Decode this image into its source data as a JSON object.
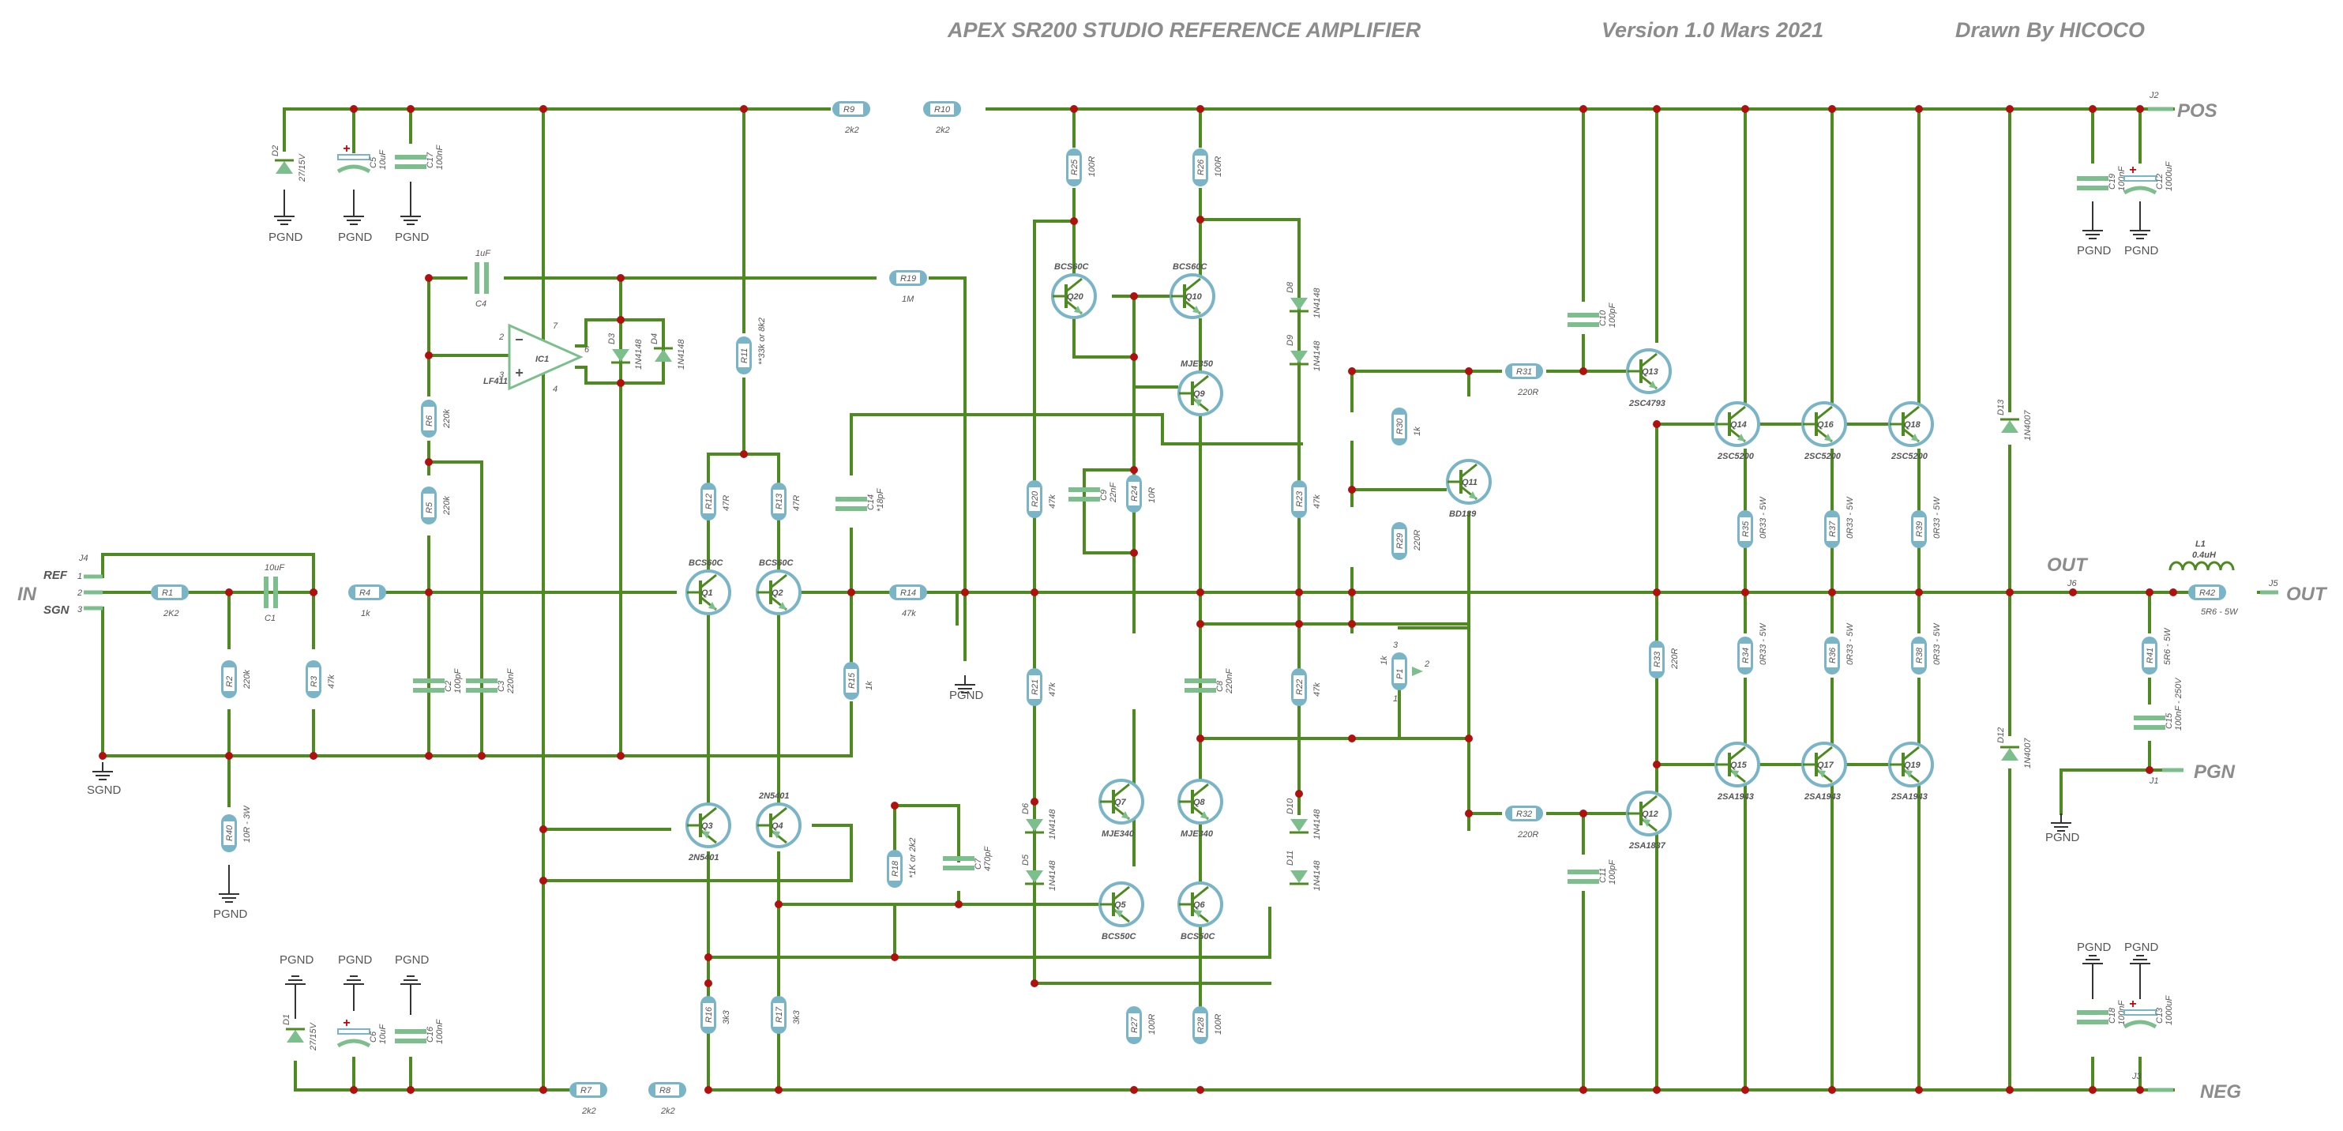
{
  "header": {
    "title": "APEX SR200 STUDIO REFERENCE AMPLIFIER",
    "version": "Version 1.0 Mars 2021",
    "author": "Drawn By HICOCO"
  },
  "ports": {
    "pos": "POS",
    "neg": "NEG",
    "out_mid": "OUT",
    "out_right": "OUT",
    "in": "IN",
    "ref": "REF",
    "sgn": "SGN",
    "pgn": "PGN",
    "j1": "J1",
    "j2": "J2",
    "j3": "J3",
    "j4": "J4",
    "j5": "J5",
    "j6": "J6",
    "pin1": "1",
    "pin2": "2",
    "pin3": "3"
  },
  "grounds": {
    "pgnd": "PGND",
    "sgnd": "SGND"
  },
  "colors": {
    "wire": "#4d8a1f",
    "component": "#7cbf8c",
    "pin": "#79b4c7",
    "junction": "#b01010",
    "text": "#8c8c8c"
  },
  "components": {
    "D2": {
      "ref": "D2",
      "value": "27/15V"
    },
    "C5": {
      "ref": "C5",
      "value": "10uF"
    },
    "C17": {
      "ref": "C17",
      "value": "100nF"
    },
    "D1": {
      "ref": "D1",
      "value": "27/15V"
    },
    "C6": {
      "ref": "C6",
      "value": "10uF"
    },
    "C16": {
      "ref": "C16",
      "value": "100nF"
    },
    "R9": {
      "ref": "R9",
      "value": "2k2"
    },
    "R10": {
      "ref": "R10",
      "value": "2k2"
    },
    "R7": {
      "ref": "R7",
      "value": "2k2"
    },
    "R8": {
      "ref": "R8",
      "value": "2k2"
    },
    "C4": {
      "ref": "C4",
      "value": "1uF"
    },
    "R19": {
      "ref": "R19",
      "value": "1M"
    },
    "IC1": {
      "ref": "IC1",
      "value": "LF411",
      "pin2": "2",
      "pin3": "3",
      "pin4": "4",
      "pin6": "6",
      "pin7": "7"
    },
    "D3": {
      "ref": "D3",
      "value": "1N4148"
    },
    "D4": {
      "ref": "D4",
      "value": "1N4148"
    },
    "R11": {
      "ref": "R11",
      "value": "**33k or 8k2"
    },
    "R6": {
      "ref": "R6",
      "value": "220k"
    },
    "R5": {
      "ref": "R5",
      "value": "220k"
    },
    "C2": {
      "ref": "C2",
      "value": "100pF"
    },
    "C3": {
      "ref": "C3",
      "value": "220nF"
    },
    "R1": {
      "ref": "R1",
      "value": "2K2"
    },
    "C1": {
      "ref": "C1",
      "value": "10uF"
    },
    "R4": {
      "ref": "R4",
      "value": "1k"
    },
    "R2": {
      "ref": "R2",
      "value": "220k"
    },
    "R3": {
      "ref": "R3",
      "value": "47k"
    },
    "R40": {
      "ref": "R40",
      "value": "10R - 3W"
    },
    "R12": {
      "ref": "R12",
      "value": "47R"
    },
    "R13": {
      "ref": "R13",
      "value": "47R"
    },
    "Q1": {
      "ref": "Q1",
      "value": "BCS60C"
    },
    "Q2": {
      "ref": "Q2",
      "value": "BCS60C"
    },
    "Q3": {
      "ref": "Q3",
      "value": "2N5401"
    },
    "Q4": {
      "ref": "Q4",
      "value": "2N5401"
    },
    "C14": {
      "ref": "C14",
      "value": "*18pF"
    },
    "R14": {
      "ref": "R14",
      "value": "47k"
    },
    "R15": {
      "ref": "R15",
      "value": "1k"
    },
    "R16": {
      "ref": "R16",
      "value": "3k3"
    },
    "R17": {
      "ref": "R17",
      "value": "3k3"
    },
    "R18": {
      "ref": "R18",
      "value": "*1K or 2k2"
    },
    "C7": {
      "ref": "C7",
      "value": "470pF"
    },
    "R25": {
      "ref": "R25",
      "value": "100R"
    },
    "R26": {
      "ref": "R26",
      "value": "100R"
    },
    "Q20": {
      "ref": "Q20",
      "value": "BCS60C"
    },
    "Q10": {
      "ref": "Q10",
      "value": "BCS60C"
    },
    "Q9": {
      "ref": "Q9",
      "value": "MJE350"
    },
    "D8": {
      "ref": "D8",
      "value": "1N4148"
    },
    "D9": {
      "ref": "D9",
      "value": "1N4148"
    },
    "C9": {
      "ref": "C9",
      "value": "22nF"
    },
    "R20": {
      "ref": "R20",
      "value": "47k"
    },
    "R24": {
      "ref": "R24",
      "value": "10R"
    },
    "R23": {
      "ref": "R23",
      "value": "47k"
    },
    "C8": {
      "ref": "C8",
      "value": "220nF"
    },
    "R21": {
      "ref": "R21",
      "value": "47k"
    },
    "R22": {
      "ref": "R22",
      "value": "47k"
    },
    "Q7": {
      "ref": "Q7",
      "value": "MJE340"
    },
    "Q8": {
      "ref": "Q8",
      "value": "MJE340"
    },
    "D6": {
      "ref": "D6",
      "value": "1N4148"
    },
    "D5": {
      "ref": "D5",
      "value": "1N4148"
    },
    "D10": {
      "ref": "D10",
      "value": "1N4148"
    },
    "D11": {
      "ref": "D11",
      "value": "1N4148"
    },
    "Q5": {
      "ref": "Q5",
      "value": "BCS50C"
    },
    "Q6": {
      "ref": "Q6",
      "value": "BCS50C"
    },
    "R27": {
      "ref": "R27",
      "value": "100R"
    },
    "R28": {
      "ref": "R28",
      "value": "100R"
    },
    "C10": {
      "ref": "C10",
      "value": "100pF"
    },
    "R31": {
      "ref": "R31",
      "value": "220R"
    },
    "Q13": {
      "ref": "Q13",
      "value": "2SC4793"
    },
    "R30": {
      "ref": "R30",
      "value": "1k"
    },
    "Q11": {
      "ref": "Q11",
      "value": "BD139"
    },
    "R29": {
      "ref": "R29",
      "value": "220R"
    },
    "P1": {
      "ref": "P1",
      "value": "1k",
      "pin1": "1",
      "pin2": "2",
      "pin3": "3"
    },
    "R32": {
      "ref": "R32",
      "value": "220R"
    },
    "C11": {
      "ref": "C11",
      "value": "100pF"
    },
    "Q12": {
      "ref": "Q12",
      "value": "2SA1837"
    },
    "R33": {
      "ref": "R33",
      "value": "220R"
    },
    "Q14": {
      "ref": "Q14",
      "value": "2SC5200"
    },
    "Q16": {
      "ref": "Q16",
      "value": "2SC5200"
    },
    "Q18": {
      "ref": "Q18",
      "value": "2SC5200"
    },
    "Q15": {
      "ref": "Q15",
      "value": "2SA1943"
    },
    "Q17": {
      "ref": "Q17",
      "value": "2SA1943"
    },
    "Q19": {
      "ref": "Q19",
      "value": "2SA1943"
    },
    "R35": {
      "ref": "R35",
      "value": "0R33 - 5W"
    },
    "R37": {
      "ref": "R37",
      "value": "0R33 - 5W"
    },
    "R39": {
      "ref": "R39",
      "value": "0R33 - 5W"
    },
    "R34": {
      "ref": "R34",
      "value": "0R33 - 5W"
    },
    "R36": {
      "ref": "R36",
      "value": "0R33 - 5W"
    },
    "R38": {
      "ref": "R38",
      "value": "0R33 - 5W"
    },
    "D13": {
      "ref": "D13",
      "value": "1N4007"
    },
    "D12": {
      "ref": "D12",
      "value": "1N4007"
    },
    "C19": {
      "ref": "C19",
      "value": "100nF"
    },
    "C12": {
      "ref": "C12",
      "value": "1000uF"
    },
    "C18": {
      "ref": "C18",
      "value": "100nF"
    },
    "C13": {
      "ref": "C13",
      "value": "1000uF"
    },
    "L1": {
      "ref": "L1",
      "value": "0.4uH"
    },
    "R42": {
      "ref": "R42",
      "value": "5R6 - 5W"
    },
    "R41": {
      "ref": "R41",
      "value": "5R6 - 5W"
    },
    "C15": {
      "ref": "C15",
      "value": "100nF - 250V"
    }
  }
}
